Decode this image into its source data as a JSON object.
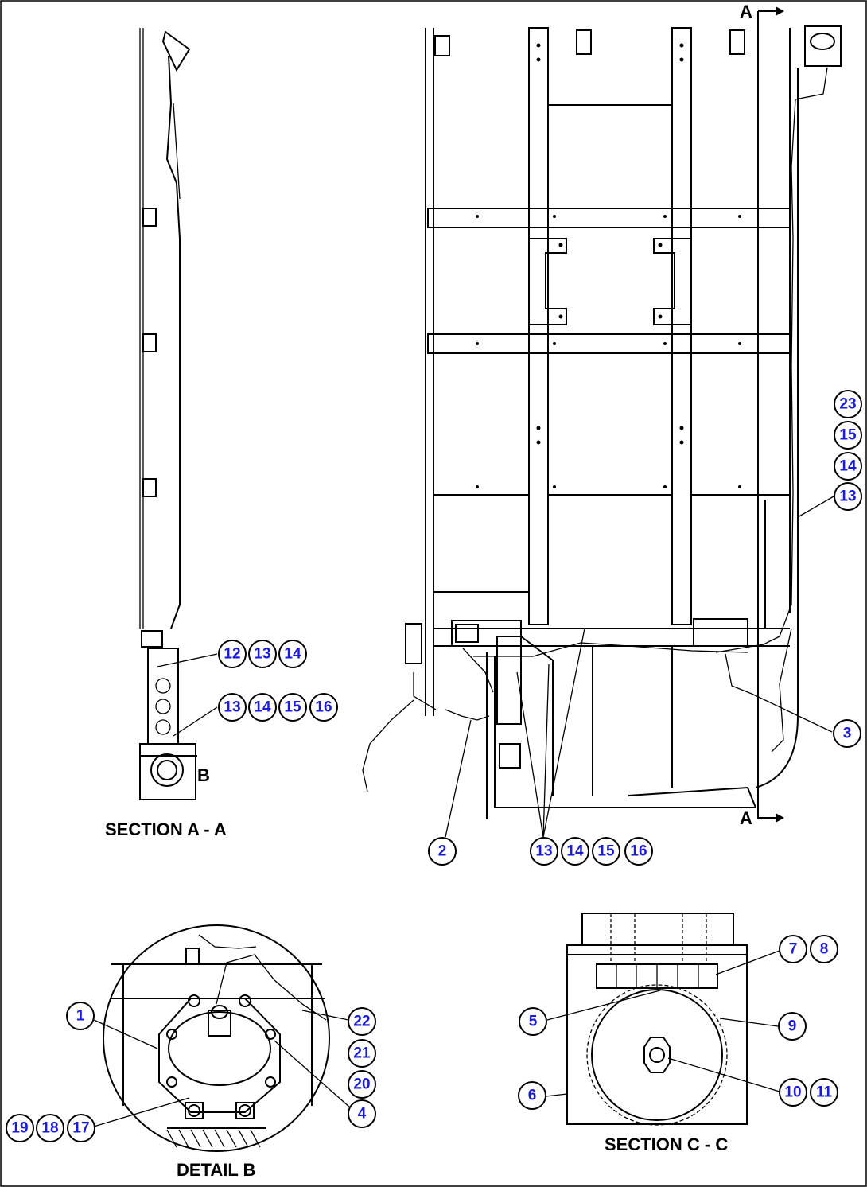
{
  "labels": {
    "section_aa": "SECTION A - A",
    "detail_b": "DETAIL B",
    "section_cc": "SECTION C - C",
    "view_b": "B",
    "cut_a_top": "A",
    "cut_a_bottom": "A"
  },
  "balloons": {
    "s_12": "12",
    "s_13a": "13",
    "s_14a": "14",
    "s_13b": "13",
    "s_14b": "14",
    "s_15b": "15",
    "s_16b": "16",
    "r_23": "23",
    "r_15": "15",
    "r_14": "14",
    "r_13": "13",
    "r_3": "3",
    "r_2": "2",
    "b_13": "13",
    "b_14": "14",
    "b_15": "15",
    "b_16": "16",
    "d_1": "1",
    "d_22": "22",
    "d_21": "21",
    "d_20": "20",
    "d_4": "4",
    "d_19": "19",
    "d_18": "18",
    "d_17": "17",
    "c_7": "7",
    "c_8": "8",
    "c_5": "5",
    "c_9": "9",
    "c_6": "6",
    "c_10": "10",
    "c_11": "11"
  },
  "colors": {
    "balloon_text": "#1a1ad8",
    "line": "#000000"
  }
}
